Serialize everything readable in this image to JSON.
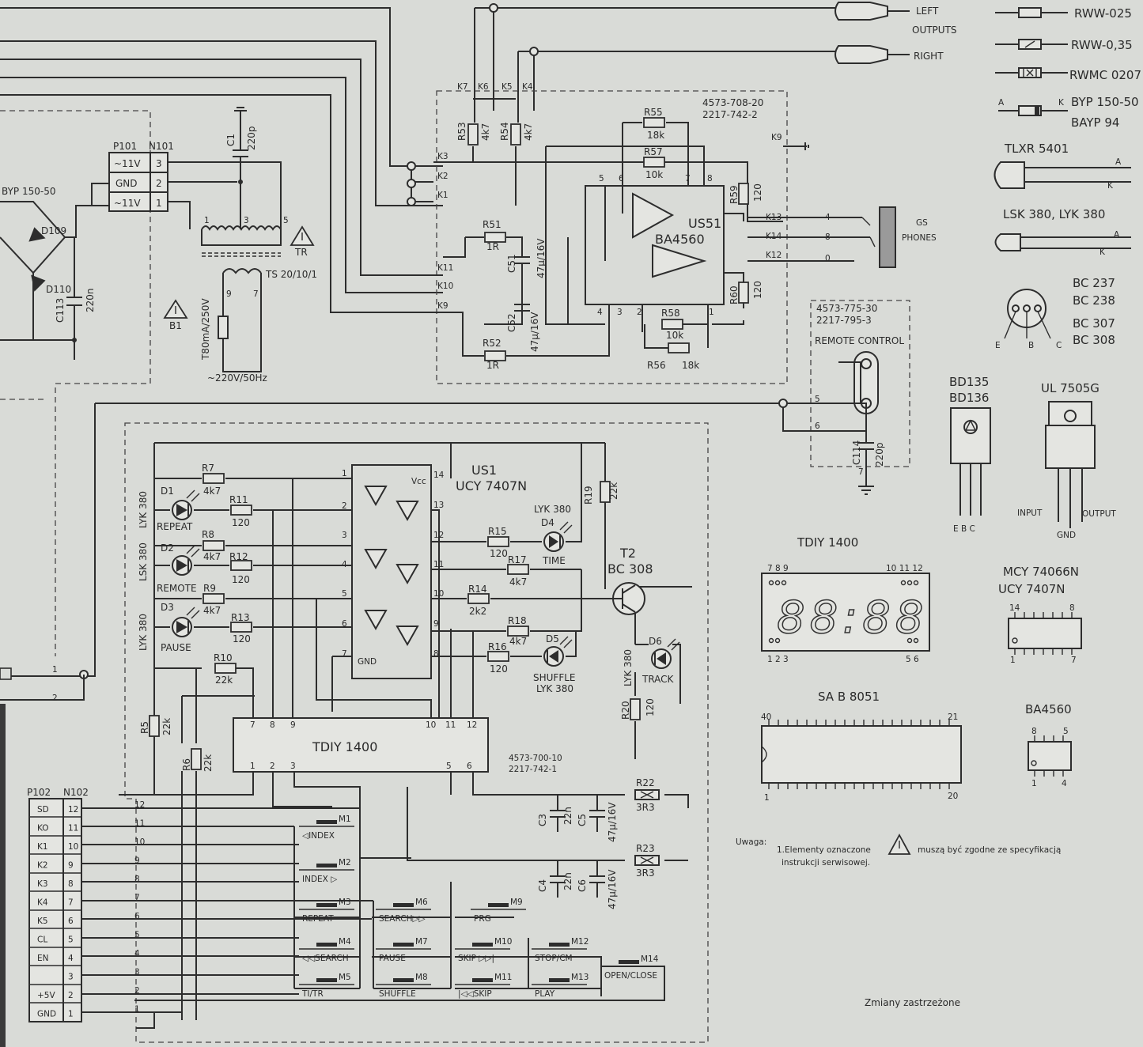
{
  "outputs": {
    "left": "LEFT",
    "outputs_label": "OUTPUTS",
    "right": "RIGHT"
  },
  "legend": {
    "resistor_types": [
      "RWW-025",
      "RWW-0,35",
      "RWMC 0207"
    ],
    "diode": {
      "anode": "A",
      "cathode": "K",
      "types": [
        "BYP 150-50",
        "BAYP 94"
      ]
    },
    "tlxr": "TLXR 5401",
    "lsk": "LSK 380, LYK 380",
    "led_pins": [
      "A",
      "K"
    ],
    "bc_types": [
      "BC 237",
      "BC 238",
      "BC 307",
      "BC 308"
    ],
    "ebc": [
      "E",
      "B",
      "C"
    ],
    "bd_types": [
      "BD135",
      "BD136"
    ],
    "bd_pins": "E B C",
    "ul": "UL 7505G",
    "ul_pins": {
      "input": "INPUT",
      "output": "OUTPUT",
      "gnd": "GND"
    },
    "tdiy_title": "TDIY 1400",
    "tdiy_top_pins_left": "7 8 9",
    "tdiy_top_pins_right": "10 11 12",
    "tdiy_bottom_left": "1 2 3",
    "tdiy_bottom_right": "5 6",
    "display_text": "88:88",
    "mcy_types": [
      "MCY 74066N",
      "UCY 7407N"
    ],
    "mcy_pins": {
      "tl": "14",
      "tr": "8",
      "bl": "1",
      "br": "7"
    },
    "sab": "SA B 8051",
    "sab_pins": {
      "tl": "40",
      "tr": "21",
      "bl": "1",
      "br": "20"
    },
    "ba_title": "BA4560",
    "ba_pins": {
      "tl": "8",
      "tr": "5",
      "bl": "1",
      "br": "4"
    }
  },
  "note": {
    "label": "Uwaga:",
    "line1a": "1.Elementy oznaczone",
    "line1b": "muszą być zgodne ze specyfikacją",
    "line2": "instrukcji serwisowej."
  },
  "footer": "Zmiany zastrzeżone",
  "power": {
    "connector": "P101",
    "connector2": "N101",
    "rows": [
      {
        "name": "~11V",
        "pin": "3"
      },
      {
        "name": "GND",
        "pin": "2"
      },
      {
        "name": "~11V",
        "pin": "1"
      }
    ],
    "bridge": "BYP 150-50",
    "d109": "D109",
    "d110": "D110",
    "c113": "C113",
    "c113v": "220n",
    "c1": "C1",
    "c1v": "220p",
    "transformer": "TS 20/10/1",
    "tr": "TR",
    "fuse": "B1",
    "fusev": "T80mA/250V",
    "mains": "~220V/50Hz",
    "tpins": [
      "1",
      "3",
      "5",
      "9",
      "7"
    ]
  },
  "amp": {
    "board": "4573-708-20",
    "board2": "2217-742-2",
    "ic": "US51",
    "ic_type": "BA4560",
    "r53": "R53",
    "r53v": "4k7",
    "r54": "R54",
    "r54v": "4k7",
    "r55": "R55",
    "r55v": "18k",
    "r57": "R57",
    "r57v": "10k",
    "r58": "R58",
    "r58v": "10k",
    "r56": "R56",
    "r56v": "18k",
    "r59": "R59",
    "r59v": "120",
    "r60": "R60",
    "r60v": "120",
    "r51": "R51",
    "r51v": "1R",
    "r52": "R52",
    "r52v": "1R",
    "c51": "C51",
    "c51v": "47µ/16V",
    "c52": "C52",
    "c52v": "47µ/16V",
    "k_top": [
      "K7",
      "K6",
      "K5",
      "K4"
    ],
    "k_left": [
      "K3",
      "K2",
      "K1",
      "K11",
      "K10",
      "K9"
    ],
    "k_right": [
      "K9",
      "K13",
      "K14",
      "K12"
    ],
    "pins": [
      "5",
      "6",
      "7",
      "8",
      "4",
      "3",
      "2",
      "1"
    ],
    "jack_pins": [
      "4",
      "8",
      "0"
    ],
    "gs": "GS",
    "phones": "PHONES"
  },
  "remote": {
    "board": "4573-775-30",
    "board2": "2217-795-3",
    "label": "REMOTE  CONTROL",
    "c114": "C114",
    "c114v": "220p",
    "pins": [
      "5",
      "6",
      "7"
    ]
  },
  "ctrl": {
    "ic": "US1",
    "ic_type": "UCY 7407N",
    "vcc": "Vcc",
    "gnd": "GND",
    "ic_pins_left": [
      "1",
      "2",
      "3",
      "4",
      "5",
      "6",
      "7"
    ],
    "ic_pins_right": [
      "14",
      "13",
      "12",
      "11",
      "10",
      "9",
      "8"
    ],
    "leds": [
      {
        "ref": "D1",
        "name": "REPEAT",
        "type": "LYK 380"
      },
      {
        "ref": "D2",
        "name": "REMOTE",
        "type": "LSK 380"
      },
      {
        "ref": "D3",
        "name": "PAUSE",
        "type": "LYK 380"
      }
    ],
    "r7": "R7",
    "r7v": "4k7",
    "r8": "R8",
    "r8v": "4k7",
    "r9": "R9",
    "r9v": "4k7",
    "r11": "R11",
    "r11v": "120",
    "r12": "R12",
    "r12v": "120",
    "r13": "R13",
    "r13v": "120",
    "r10": "R10",
    "r10v": "22k",
    "r5": "R5",
    "r5v": "22k",
    "r6": "R6",
    "r6v": "22k",
    "r15": "R15",
    "r15v": "120",
    "r17": "R17",
    "r17v": "4k7",
    "r14": "R14",
    "r14v": "2k2",
    "r18": "R18",
    "r18v": "4k7",
    "r16": "R16",
    "r16v": "120",
    "r19": "R19",
    "r19v": "22k",
    "r20": "R20",
    "r20v": "120",
    "d4": "D4",
    "d4type": "LYK 380",
    "d4name": "TIME",
    "d5": "D5",
    "d5name": "SHUFFLE",
    "d5type": "LYK 380",
    "d6": "D6",
    "d6name": "TRACK",
    "d6type": "LYK 380",
    "t2": "T2",
    "t2type": "BC 308",
    "tdiy": "TDIY 1400",
    "tdiy_pins_top": [
      "7",
      "8",
      "9",
      "10",
      "11",
      "12"
    ],
    "tdiy_pins_bottom": [
      "1",
      "2",
      "3",
      "5",
      "6"
    ],
    "board": "4573-700-10",
    "board2": "2217-742-1",
    "r22": "R22",
    "r22v": "3R3",
    "r23": "R23",
    "r23v": "3R3",
    "c3": "C3",
    "c3v": "22n",
    "c5": "C5",
    "c5v": "47µ/16V",
    "c4": "C4",
    "c4v": "22n",
    "c6": "C6",
    "c6v": "47µ/16V",
    "buttons": [
      {
        "ref": "M1",
        "label": "◁INDEX"
      },
      {
        "ref": "M2",
        "label": "INDEX ▷"
      },
      {
        "ref": "M3",
        "label": "REPEAT"
      },
      {
        "ref": "M6",
        "label": "SEARCH▷▷"
      },
      {
        "ref": "M9",
        "label": "PRG"
      },
      {
        "ref": "M4",
        "label": "◁◁SEARCH"
      },
      {
        "ref": "M7",
        "label": "PAUSE"
      },
      {
        "ref": "M10",
        "label": "SKIP ▷▷|"
      },
      {
        "ref": "M12",
        "label": "STOP/CM"
      },
      {
        "ref": "M14",
        "label": "OPEN/CLOSE"
      },
      {
        "ref": "M5",
        "label": "TI/TR"
      },
      {
        "ref": "M8",
        "label": "SHUFFLE"
      },
      {
        "ref": "M11",
        "label": "|◁◁SKIP"
      },
      {
        "ref": "M13",
        "label": "PLAY"
      }
    ]
  },
  "bus": {
    "connector": "P102",
    "connector2": "N102",
    "rows": [
      {
        "name": "SD",
        "pin": "12"
      },
      {
        "name": "KO",
        "pin": "11"
      },
      {
        "name": "K1",
        "pin": "10"
      },
      {
        "name": "K2",
        "pin": "9"
      },
      {
        "name": "K3",
        "pin": "8"
      },
      {
        "name": "K4",
        "pin": "7"
      },
      {
        "name": "K5",
        "pin": "6"
      },
      {
        "name": "CL",
        "pin": "5"
      },
      {
        "name": "EN",
        "pin": "4"
      },
      {
        "name": "",
        "pin": "3"
      },
      {
        "name": "+5V",
        "pin": "2"
      },
      {
        "name": "GND",
        "pin": "1"
      }
    ],
    "left_pins": [
      "1",
      "2"
    ]
  }
}
